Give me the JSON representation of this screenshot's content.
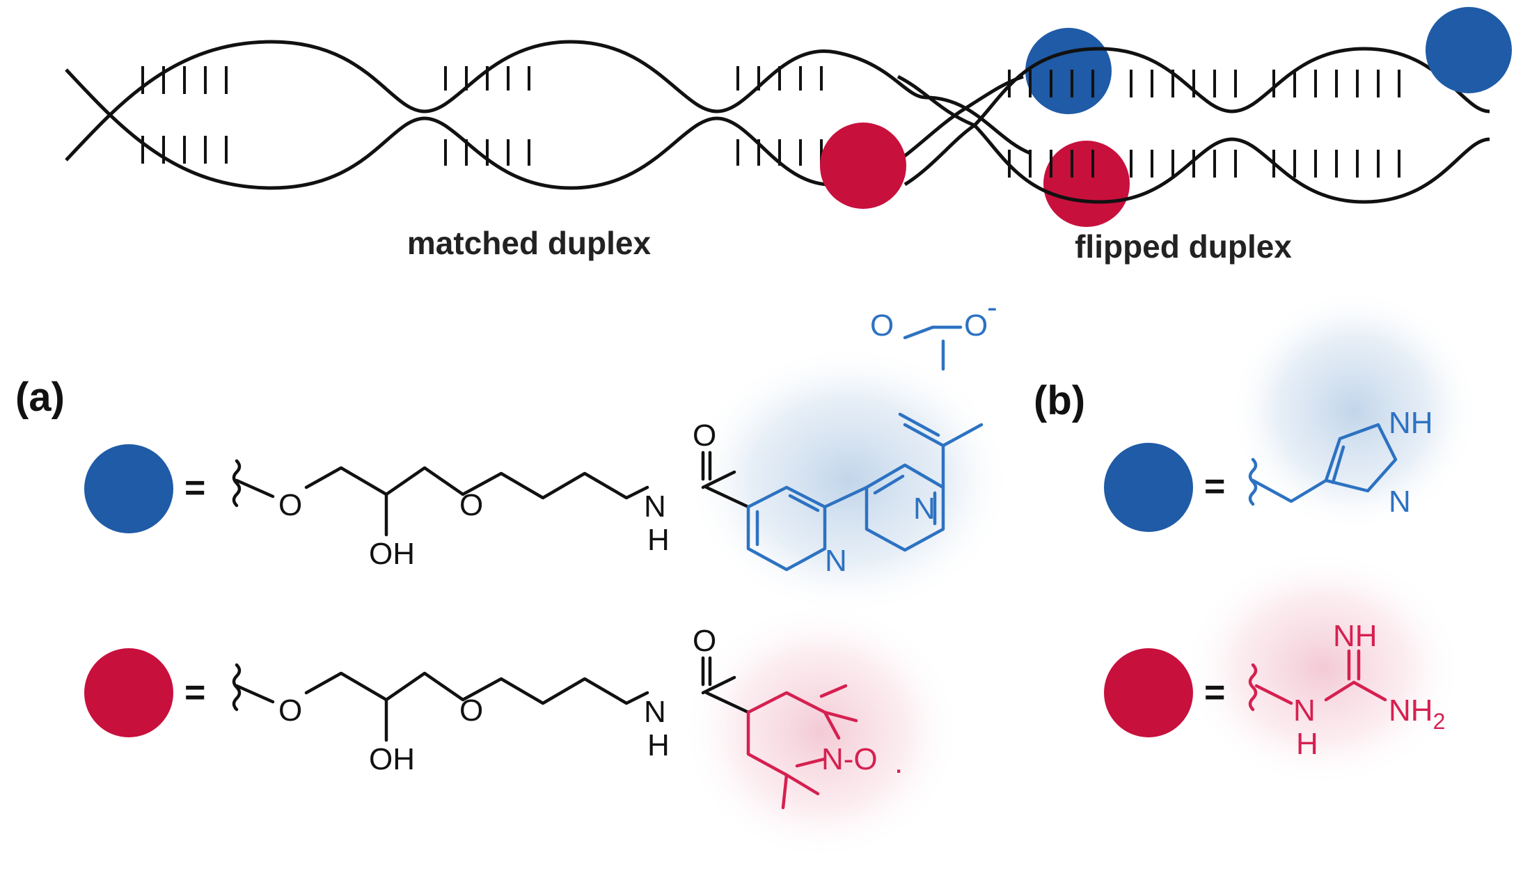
{
  "colors": {
    "blue": "#1f5ba6",
    "red": "#c8103d",
    "blue_struct": "#2d72c2",
    "red_struct": "#d52050",
    "ink": "#111111"
  },
  "duplexes": [
    {
      "caption": "matched duplex",
      "end_markers": [
        "blue",
        "red"
      ],
      "marker_side": "right"
    },
    {
      "caption": "flipped duplex",
      "end_markers": [
        "red",
        "blue"
      ],
      "marker_side": "both"
    }
  ],
  "panels": {
    "a": {
      "label": "(a)",
      "equals": "=",
      "linker_atoms": {
        "o1": "O",
        "o2": "O",
        "oh": "OH",
        "amide_o": "O",
        "nh_n": "N",
        "nh_h": "H"
      },
      "blue_group": {
        "ring_n1": "N",
        "ring_n2": "N",
        "carboxylate_o1": "O",
        "carboxylate_o2": "O",
        "charge": "-"
      },
      "red_group": {
        "nitroxide": "N-O",
        "radical": "."
      }
    },
    "b": {
      "label": "(b)",
      "equals": "=",
      "blue_group": {
        "nh": "NH",
        "n": "N"
      },
      "red_group": {
        "nh_top": "NH",
        "n": "N",
        "h": "H",
        "nh2": "NH",
        "subscript": "2"
      }
    }
  }
}
